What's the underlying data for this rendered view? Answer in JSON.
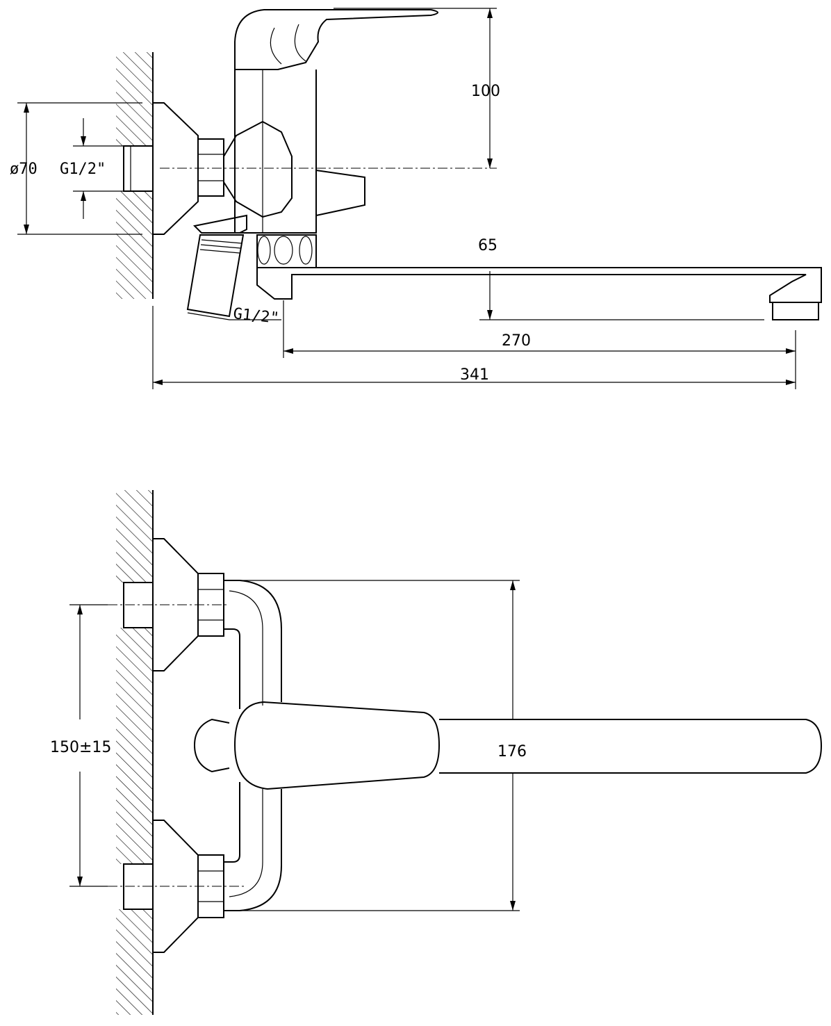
{
  "drawing": {
    "side_view": {
      "dim_height_top": "100",
      "dim_flange_diameter": "ø70",
      "dim_inlet_thread": "G1/2\"",
      "dim_spout_height": "65",
      "dim_shower_thread": "G1/2\"",
      "dim_spout_reach": "270",
      "dim_overall_length": "341"
    },
    "top_view": {
      "dim_inlet_spacing": "150±15",
      "dim_body_width": "176"
    }
  }
}
